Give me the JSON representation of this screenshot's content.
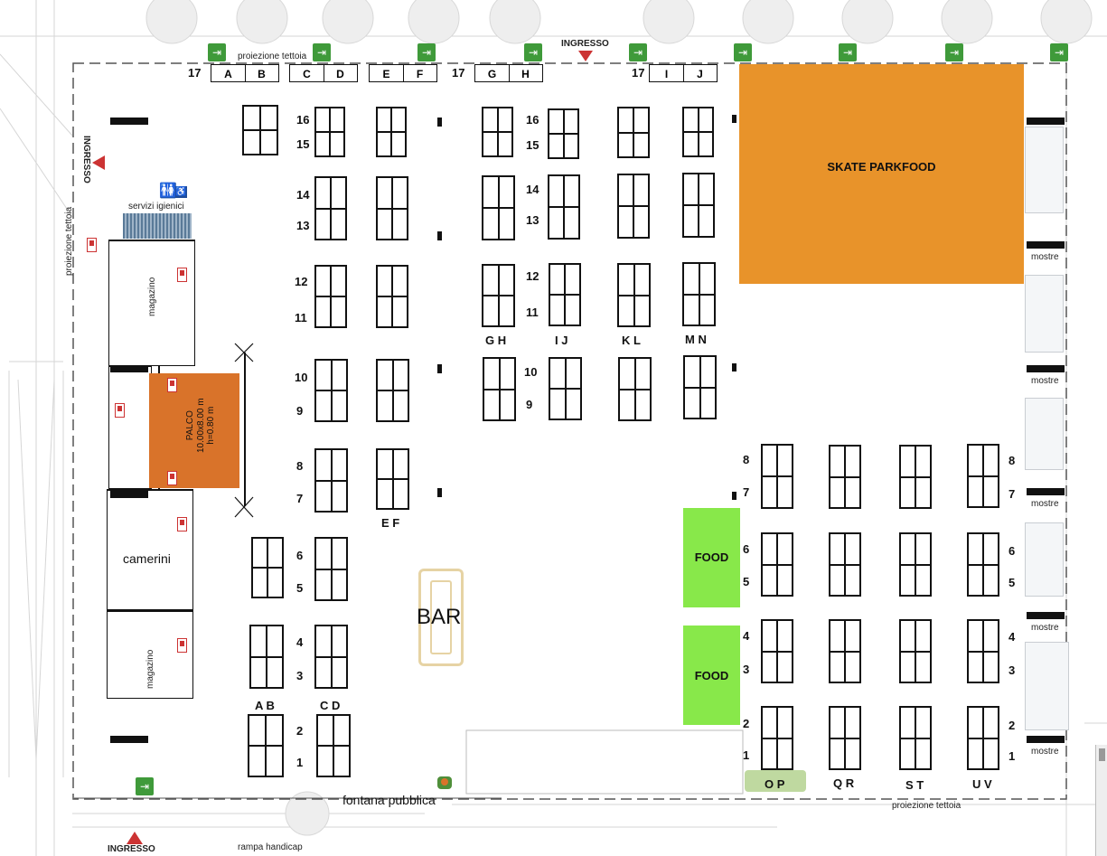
{
  "title_top": "proiezione tettoia",
  "title_left": "proiezione tettoia",
  "title_bottom": "proiezione tettoia",
  "entrances": {
    "top": "INGRESSO",
    "left": "INGRESSO",
    "bottom": "INGRESSO"
  },
  "rooms": {
    "servizi": "servizi igienici",
    "magazino_top": "magazino",
    "camerini": "camerini",
    "magazino_bottom": "magazino"
  },
  "stage": {
    "name": "PALCO",
    "dims": "10.00x8.00 m",
    "height": "h=0.80 m"
  },
  "skatepark": "SKATE PARKFOOD",
  "food1": "FOOD",
  "food2": "FOOD",
  "bar": "BAR",
  "fontana": "fontana pubblica",
  "rampa": "rampa handicap",
  "mostre": "mostre",
  "top_row": {
    "n17a": "17",
    "n17b": "17",
    "n17c": "17",
    "letters": [
      "A",
      "B",
      "C",
      "D",
      "E",
      "F",
      "G",
      "H",
      "I",
      "J"
    ]
  },
  "row_numbers": {
    "n16": "16",
    "n15": "15",
    "n14": "14",
    "n13": "13",
    "n12": "12",
    "n11": "11",
    "n10": "10",
    "n9": "9",
    "n8": "8",
    "n7": "7",
    "n6": "6",
    "n5": "5",
    "n4": "4",
    "n3": "3",
    "n2": "2",
    "n1": "1"
  },
  "column_labels": {
    "ab": "A  B",
    "cd": "C  D",
    "ef": "E  F",
    "gh": "G  H",
    "ij": "I  J",
    "kl": "K  L",
    "mn": "M  N",
    "op": "O  P",
    "qr": "Q  R",
    "st": "S  T",
    "uv": "U  V"
  },
  "icons": {
    "exit": "emergency-exit-icon",
    "extinguisher": "fire-extinguisher-icon",
    "toilet": "toilet-icon",
    "wheelchair": "wheelchair-icon"
  },
  "colors": {
    "stage": "#d9732a",
    "skatepark": "#e8932a",
    "food": "#88e84a",
    "exit": "#3f9a3a",
    "bar_outline": "#e6d3a4",
    "grass": "#bfd9a0"
  }
}
